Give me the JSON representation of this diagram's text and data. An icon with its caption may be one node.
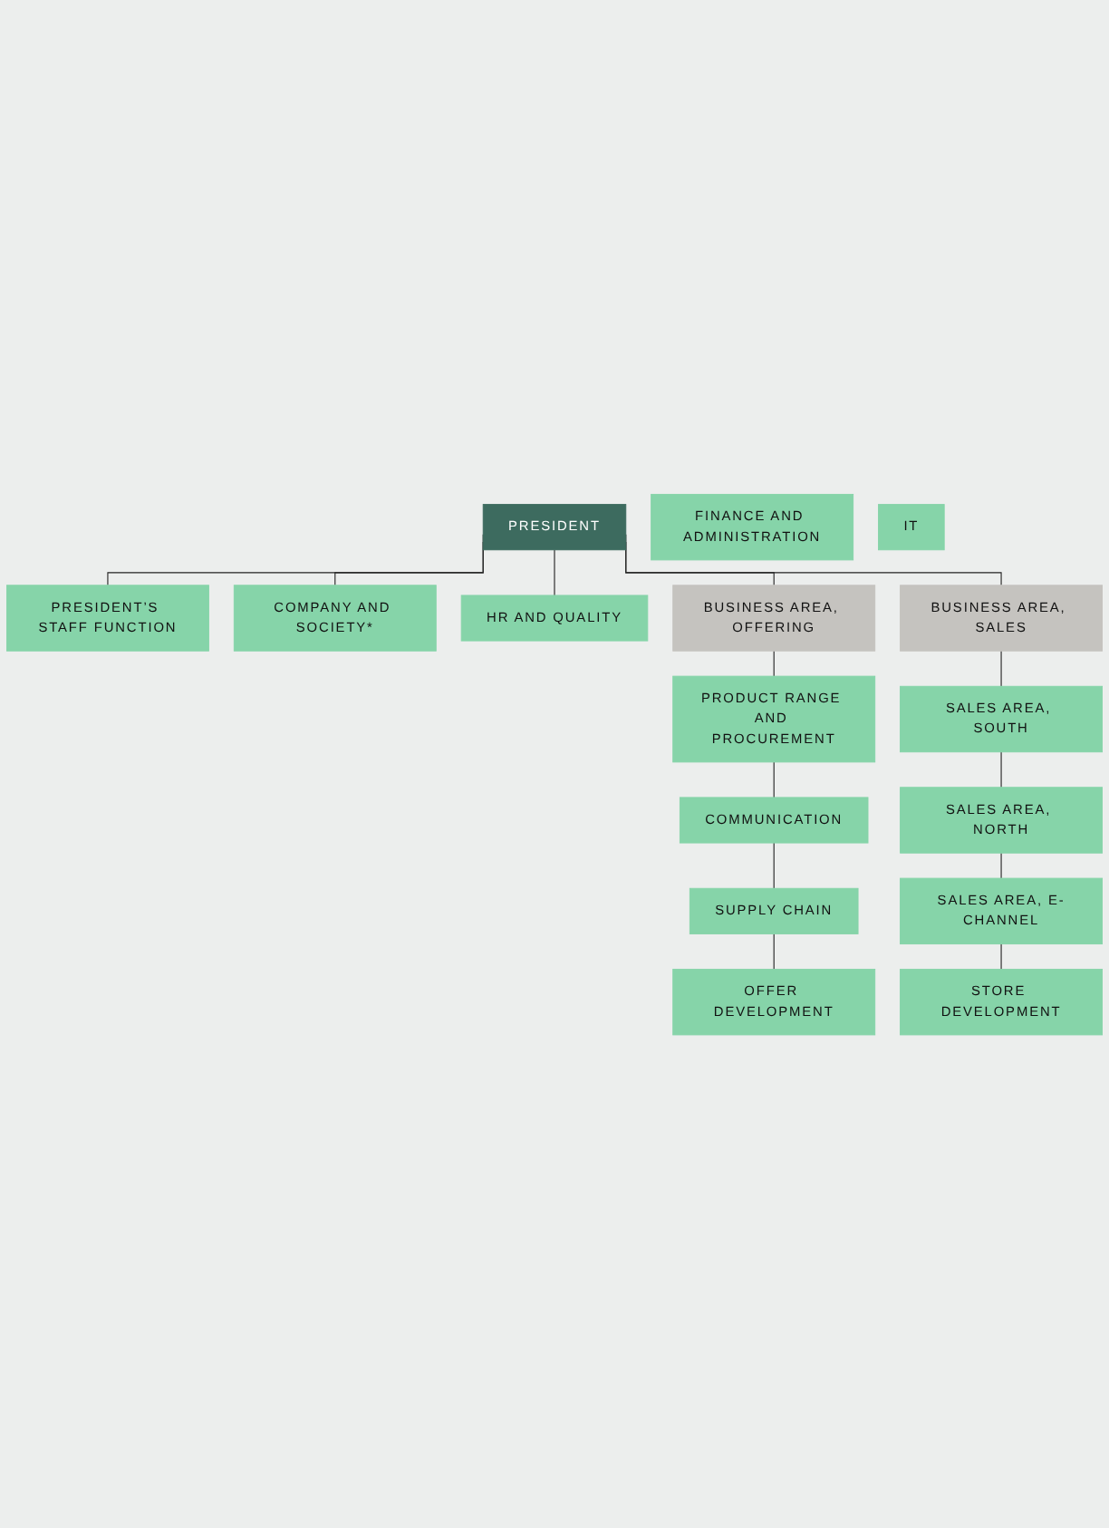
{
  "diagram": {
    "nodes": [
      {
        "text": [
          "PRESIDENT"
        ]
      },
      {
        "text": [
          "PRESIDENT’S STAFF FUNCTION"
        ]
      },
      {
        "text": [
          "COMPANY AND SOCIETY*"
        ]
      },
      {
        "text": [
          "HR AND QUALITY"
        ]
      },
      {
        "text": [
          "FINANCE AND ADMINISTRATION"
        ]
      },
      {
        "text": [
          "IT"
        ]
      },
      {
        "text": [
          "BUSINESS AREA, OFFERING"
        ]
      },
      {
        "text": [
          "BUSINESS AREA, SALES"
        ]
      },
      {
        "text": [
          "PRODUCT RANGE AND PROCUREMENT"
        ]
      },
      {
        "text": [
          "SALES AREA, SOUTH"
        ]
      },
      {
        "text": [
          "COMMUNICATION"
        ]
      },
      {
        "text": [
          "SALES AREA, NORTH"
        ]
      },
      {
        "text": [
          "SUPPLY CHAIN"
        ]
      },
      {
        "text": [
          "SALES AREA, E-CHANNEL"
        ]
      },
      {
        "text": [
          "OFFER DEVELOPMENT"
        ]
      },
      {
        "text": [
          "STORE DEVELOPMENT"
        ]
      }
    ],
    "edges": [
      {
        "from": 0,
        "to": 1,
        "arrow": "none"
      },
      {
        "from": 0,
        "to": 2,
        "arrow": "none"
      },
      {
        "from": 0,
        "to": 3,
        "arrow": "none"
      },
      {
        "from": 0,
        "to": 6,
        "arrow": "none"
      },
      {
        "from": 0,
        "to": 7,
        "arrow": "none"
      },
      {
        "from": 6,
        "to": 8,
        "arrow": "none"
      },
      {
        "from": 8,
        "to": 10,
        "arrow": "none"
      },
      {
        "from": 10,
        "to": 12,
        "arrow": "none"
      },
      {
        "from": 12,
        "to": 14,
        "arrow": "none"
      },
      {
        "from": 7,
        "to": 9,
        "arrow": "none"
      },
      {
        "from": 9,
        "to": 11,
        "arrow": "none"
      },
      {
        "from": 11,
        "to": 13,
        "arrow": "none"
      },
      {
        "from": 13,
        "to": 15,
        "arrow": "none"
      }
    ]
  }
}
